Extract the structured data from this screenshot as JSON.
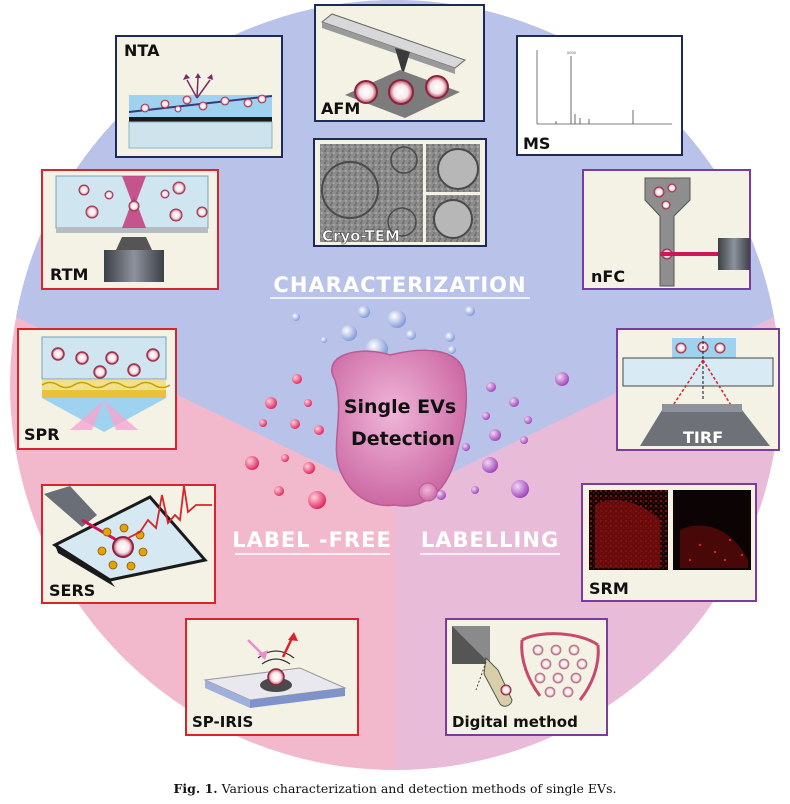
{
  "center": {
    "line1": "Single EVs",
    "line2": "Detection"
  },
  "sectors": {
    "top": "CHARACTERIZATION",
    "left": "LABEL -FREE",
    "right": "LABELLING"
  },
  "methods": {
    "nta": "NTA",
    "afm": "AFM",
    "ms": "MS",
    "cryo_tem": "Cryo-TEM",
    "rtm": "RTM",
    "nfc": "nFC",
    "spr": "SPR",
    "tirf": "TIRF",
    "sers": "SERS",
    "srm": "SRM",
    "sp_iris": "SP-IRIS",
    "digital": "Digital method"
  },
  "caption": {
    "label": "Fig. 1.",
    "text": "Various characterization and detection methods of single EVs."
  },
  "colors": {
    "characterization_sector": "#b9c3ea",
    "label_free_sector": "#f2b9cd",
    "labelling_sector": "#e8bcd8",
    "center_blob": "#e39bc6",
    "frame_navy": "#1c2a5a",
    "frame_red": "#d8242c",
    "frame_purple": "#7b3c9c",
    "panel_bg": "#f4f2e4"
  }
}
